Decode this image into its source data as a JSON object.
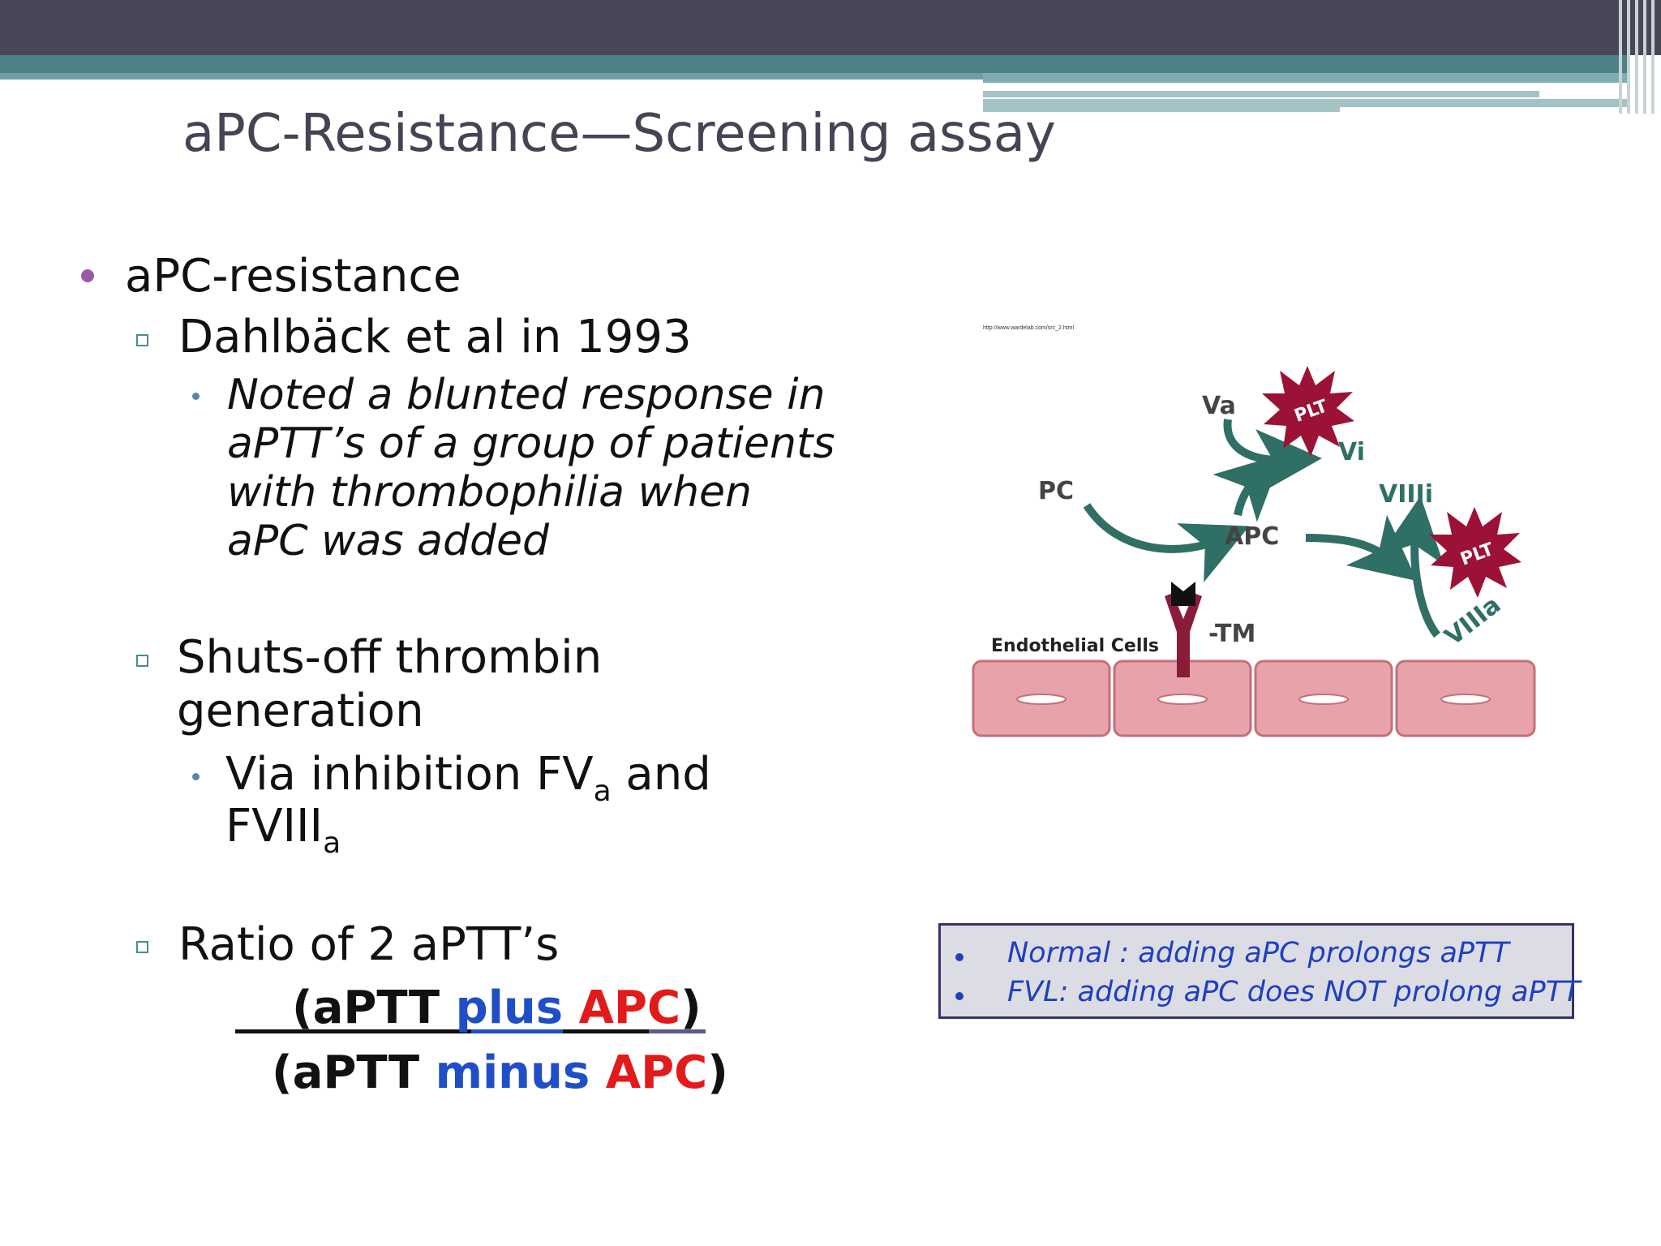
{
  "slide": {
    "title": "aPC-Resistance—Screening assay"
  },
  "bullets": {
    "l1": "aPC-resistance",
    "l2a": "Dahlbäck et al in 1993",
    "l3a": [
      "Noted a blunted response in",
      "aPTT’s of a group of patients",
      "with thrombophilia when",
      "aPC was added"
    ],
    "l2b": [
      "Shuts-off thrombin",
      "generation"
    ],
    "l3b_line1_prefix": "Via inhibition FV",
    "l3b_sub1": "a",
    "l3b_line1_suffix": " and",
    "l3b_line2_prefix": "FVIII",
    "l3b_sub2": "a",
    "l2c": "Ratio of 2 aPTT’s"
  },
  "ratio": {
    "numerator": {
      "open": "(aPTT ",
      "plus": "plus",
      "space": " ",
      "apc": "APC",
      "close": ")"
    },
    "denominator": {
      "open": "(aPTT ",
      "minus": "minus",
      "space": " ",
      "apc": "APC",
      "close": ")"
    }
  },
  "diagram": {
    "url_text": "http://www.wardelab.com/src_2.html",
    "labels": {
      "va": "Va",
      "vi": "Vi",
      "pc": "PC",
      "apc": "APC",
      "viiii": "VIIIi",
      "viiia": "VIIIa",
      "plt": "PLT",
      "tm": "-TM",
      "endothelial": "Endothelial Cells"
    },
    "colors": {
      "arrow": "#2f6f66",
      "plt": "#9c1236",
      "cell_fill": "#e8a3aa",
      "cell_stroke": "#c46f79",
      "tm": "#8a1c3a"
    }
  },
  "notes": [
    "Normal : adding aPC prolongs aPTT",
    "FVL: adding aPC does NOT prolong aPTT"
  ]
}
